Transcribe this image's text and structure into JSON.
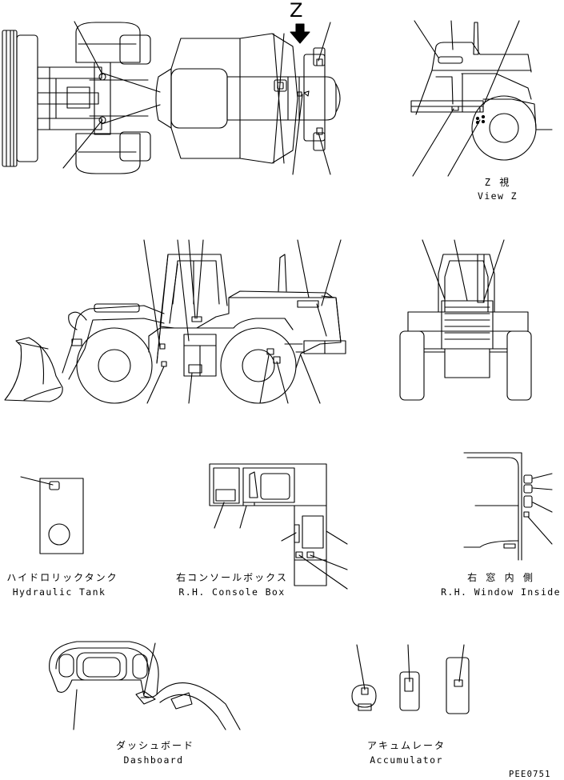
{
  "figure": {
    "arrow_letter": "Z",
    "drawing_code": "PEE0751",
    "colors": {
      "ink": "#000000",
      "paper": "#ffffff"
    },
    "views": {
      "view_z": {
        "jp": "Z 視",
        "en": "View Z"
      },
      "hydraulic_tank": {
        "jp": "ハイドロリックタンク",
        "en": "Hydraulic Tank"
      },
      "console_box": {
        "jp": "右コンソールボックス",
        "en": "R.H. Console Box"
      },
      "window_inside": {
        "jp": "右 窓 内 側",
        "en": "R.H. Window Inside"
      },
      "dashboard": {
        "jp": "ダッシュボード",
        "en": "Dashboard"
      },
      "accumulator": {
        "jp": "アキュムレータ",
        "en": "Accumulator"
      }
    }
  }
}
